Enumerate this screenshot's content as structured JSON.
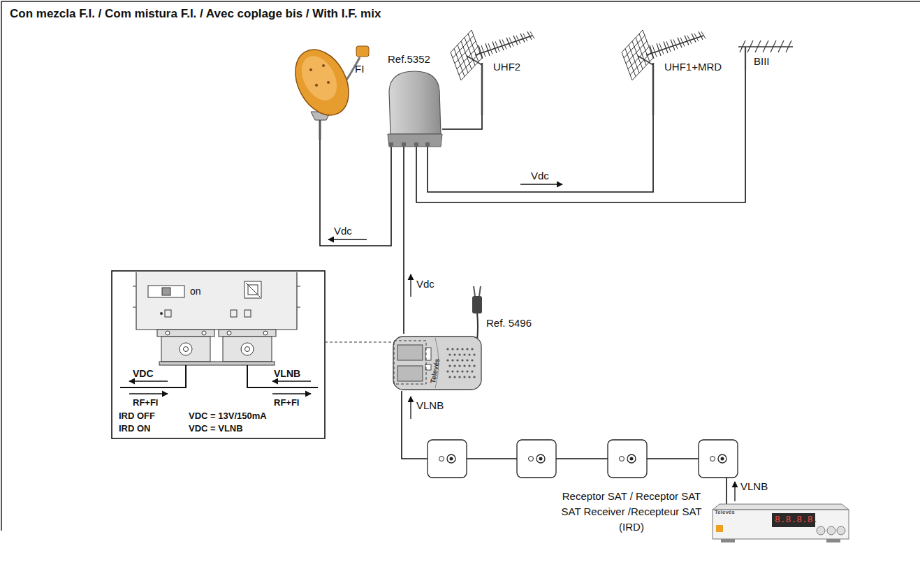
{
  "diagram": {
    "title": "Con mezcla F.I. / Com mistura F.I. / Avec coplage bis / With I.F. mix",
    "nodes": [
      {
        "text": [
          "FI"
        ]
      },
      {
        "text": [
          "Ref.5352"
        ]
      },
      {
        "text": [
          "UHF2"
        ]
      },
      {
        "text": [
          "UHF1+MRD"
        ]
      },
      {
        "text": [
          "BIII"
        ]
      },
      {
        "text": [
          "Ref. 5496"
        ]
      },
      {
        "text": [
          "Receptor SAT / Receptor SAT SAT Receiver /Recepteur SAT (IRD)"
        ]
      }
    ],
    "edges": [
      {
        "from": 0,
        "to": 1,
        "arrow": "none"
      },
      {
        "from": 1,
        "to": 2,
        "arrow": "none"
      },
      {
        "from": 1,
        "to": 3,
        "arrow": "none"
      },
      {
        "from": 1,
        "to": 4,
        "arrow": "none"
      },
      {
        "from": 1,
        "to": 5,
        "arrow": "none"
      },
      {
        "from": 5,
        "to": 6,
        "arrow": "none"
      }
    ],
    "labels": [
      "Vdc",
      "Vdc",
      "Vdc",
      "VLNB",
      "VLNB",
      "on",
      "VDC",
      "VLNB",
      "RF+FI",
      "RF+FI",
      "IRD OFF",
      "VDC = 13V/150mA",
      "IRD ON",
      "VDC = VLNB",
      "Televés",
      "Televés",
      "8.8.8.8."
    ]
  }
}
